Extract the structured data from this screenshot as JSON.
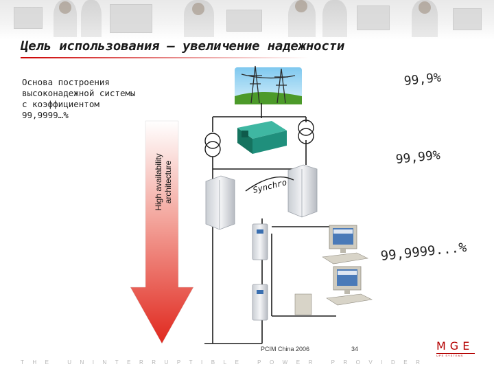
{
  "title": "Цель использования – увеличение надежности",
  "description_lines": [
    "Основа построения",
    "высоконадежной системы",
    "с коэффициентом",
    "99,9999…%"
  ],
  "reliability_levels": {
    "level1": "99,9%",
    "level2": "99,99%",
    "level3": "99,9999...%"
  },
  "arrow_label_lines": [
    "High availability",
    "architecture"
  ],
  "synchro_label": "Synchro",
  "footer": {
    "tagline": "THE UNINTERRUPTIBLE POWER PROVIDER",
    "event": "PCIM China 2006",
    "page_number": "34"
  },
  "logo": {
    "text": "MGE",
    "subtext": "UPS SYSTEMS"
  },
  "colors": {
    "accent_red": "#cc0000",
    "arrow_gradient_top": "#ffffff",
    "arrow_gradient_bottom": "#e0281e",
    "generator_green": "#1f8f7c"
  }
}
